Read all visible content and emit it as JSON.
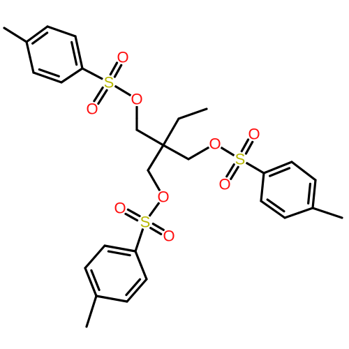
{
  "molecule": {
    "colors": {
      "bond": "#000000",
      "oxygen": "#ff0d0d",
      "sulfur": "#b8b800",
      "background": "#ffffff"
    },
    "atoms": [
      {
        "id": "s1",
        "symbol": "S",
        "element": "sulfur"
      },
      {
        "id": "o1a",
        "symbol": "O",
        "element": "oxygen"
      },
      {
        "id": "o1b",
        "symbol": "O",
        "element": "oxygen"
      },
      {
        "id": "o1e",
        "symbol": "O",
        "element": "oxygen"
      },
      {
        "id": "s2",
        "symbol": "S",
        "element": "sulfur"
      },
      {
        "id": "o2a",
        "symbol": "O",
        "element": "oxygen"
      },
      {
        "id": "o2b",
        "symbol": "O",
        "element": "oxygen"
      },
      {
        "id": "o2e",
        "symbol": "O",
        "element": "oxygen"
      },
      {
        "id": "s3",
        "symbol": "S",
        "element": "sulfur"
      },
      {
        "id": "o3a",
        "symbol": "O",
        "element": "oxygen"
      },
      {
        "id": "o3b",
        "symbol": "O",
        "element": "oxygen"
      },
      {
        "id": "o3e",
        "symbol": "O",
        "element": "oxygen"
      }
    ]
  }
}
